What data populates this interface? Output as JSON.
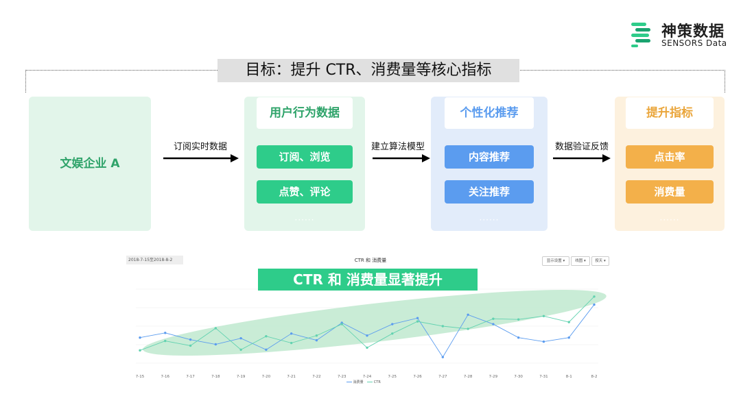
{
  "logo": {
    "cn": "神策数据",
    "en": "SENSORS Data",
    "icon": "sensors-data-logo-icon"
  },
  "goal": "目标：提升 CTR、消费量等核心指标",
  "company": "文娱企业 A",
  "arrows": [
    "订阅实时数据",
    "建立算法模型",
    "数据验证反馈"
  ],
  "columns": [
    {
      "title": "用户行为数据",
      "items": [
        "订阅、浏览",
        "点赞、评论"
      ],
      "more": "······"
    },
    {
      "title": "个性化推荐",
      "items": [
        "内容推荐",
        "关注推荐"
      ],
      "more": "······"
    },
    {
      "title": "提升指标",
      "items": [
        "点击率",
        "消费量"
      ],
      "more": "······"
    }
  ],
  "colors": {
    "green": "#2ecc8a",
    "blue": "#5b9cef",
    "orange": "#f3b04a",
    "green_text": "#2fa36a",
    "blue_text": "#5b9cef",
    "orange_text": "#eaa53a"
  },
  "chart": {
    "date_range": "2018-7-15至2018-8-2",
    "title": "CTR 和 消费量",
    "controls": [
      "显示设置 ▾",
      "线图 ▾",
      "按天 ▾"
    ],
    "headline": "CTR 和 消费量显著提升",
    "legend": [
      "消费量",
      "CTR"
    ]
  },
  "chart_data": {
    "type": "line",
    "title": "CTR 和 消费量",
    "categories": [
      "7-15",
      "7-16",
      "7-17",
      "7-18",
      "7-19",
      "7-20",
      "7-21",
      "7-22",
      "7-23",
      "7-24",
      "7-25",
      "7-26",
      "7-27",
      "7-28",
      "7-29",
      "7-30",
      "7-31",
      "8-1",
      "8-2"
    ],
    "series": [
      {
        "name": "消费量",
        "color": "#5b9cef",
        "values": [
          38,
          45,
          35,
          28,
          37,
          20,
          44,
          34,
          60,
          41,
          58,
          67,
          9,
          72,
          58,
          38,
          32,
          38,
          87
        ]
      },
      {
        "name": "CTR",
        "color": "#62d2b0",
        "values": [
          19,
          33,
          26,
          52,
          20,
          40,
          30,
          41,
          58,
          23,
          44,
          62,
          55,
          51,
          66,
          65,
          70,
          61,
          99
        ]
      }
    ],
    "ylim": [
      0,
      110
    ],
    "grid": true,
    "legend": "bottom-center"
  }
}
